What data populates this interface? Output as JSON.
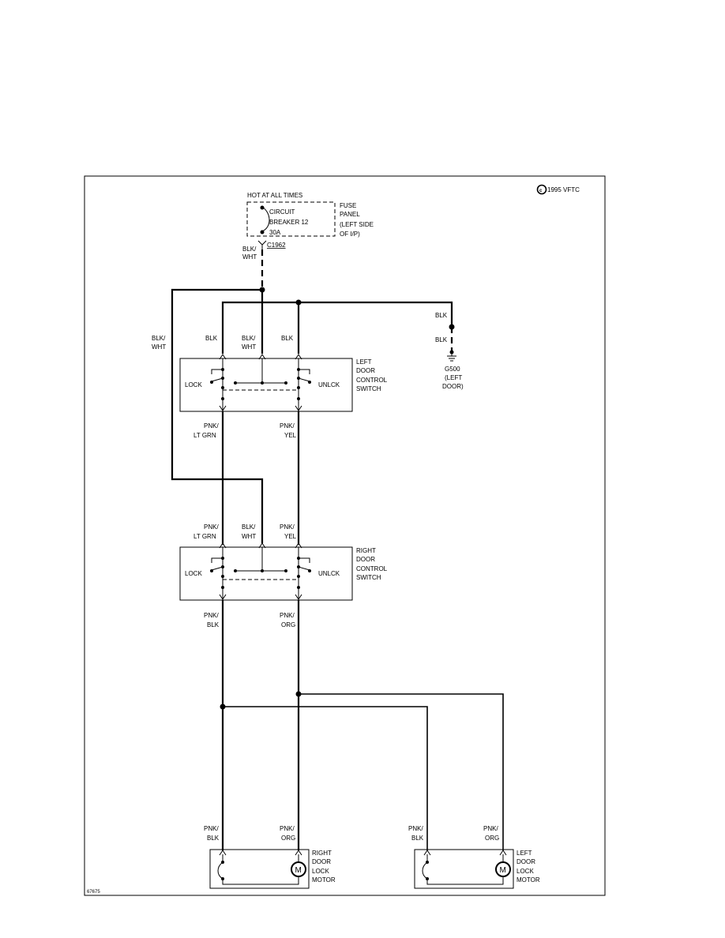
{
  "copyright": "1995 VFTC",
  "figure_id": "67675",
  "power": {
    "hot_label": "HOT AT ALL TIMES",
    "breaker_line1": "CIRCUIT",
    "breaker_line2": "BREAKER 12",
    "breaker_line3": "30A",
    "fuse_line1": "FUSE",
    "fuse_line2": "PANEL",
    "fuse_line3": "(LEFT SIDE",
    "fuse_line4": "OF I/P)",
    "connector": "C1962"
  },
  "ground": {
    "name": "G500",
    "location_line1": "(LEFT",
    "location_line2": "DOOR)"
  },
  "left_switch": {
    "name_line1": "LEFT",
    "name_line2": "DOOR",
    "name_line3": "CONTROL",
    "name_line4": "SWITCH",
    "lock_label": "LOCK",
    "unlock_label": "UNLCK"
  },
  "right_switch": {
    "name_line1": "RIGHT",
    "name_line2": "DOOR",
    "name_line3": "CONTROL",
    "name_line4": "SWITCH",
    "lock_label": "LOCK",
    "unlock_label": "UNLCK"
  },
  "right_motor": {
    "name_line1": "RIGHT",
    "name_line2": "DOOR",
    "name_line3": "LOCK",
    "name_line4": "MOTOR",
    "symbol": "M"
  },
  "left_motor": {
    "name_line1": "LEFT",
    "name_line2": "DOOR",
    "name_line3": "LOCK",
    "name_line4": "MOTOR",
    "symbol": "M"
  },
  "wire_labels": {
    "blk": "BLK",
    "blk_slash": "BLK/",
    "wht": "WHT",
    "pnk_slash": "PNK/",
    "lt_grn": "LT GRN",
    "yel": "YEL",
    "org": "ORG"
  }
}
